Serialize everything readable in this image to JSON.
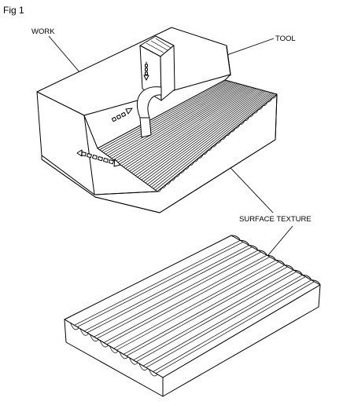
{
  "figure": {
    "title": "Fig 1",
    "labels": {
      "work": "WORK",
      "tool": "TOOL",
      "surface_texture": "SURFACE TEXTURE"
    }
  }
}
